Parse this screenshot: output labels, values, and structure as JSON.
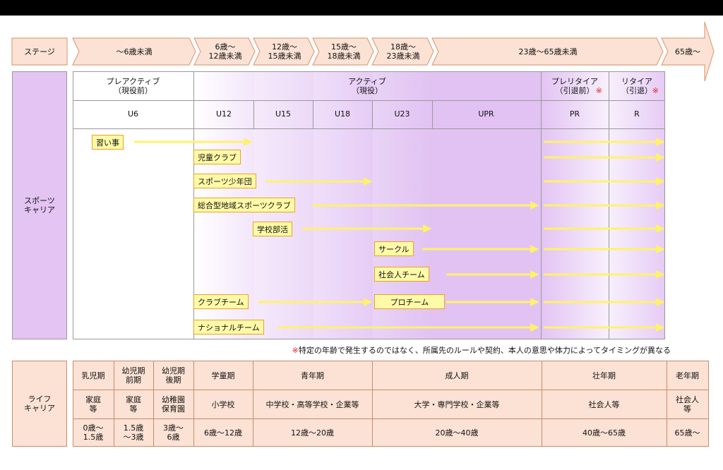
{
  "stage": {
    "label": "ステージ",
    "segments": [
      {
        "label": "～6歳未満"
      },
      {
        "label": "6歳～\n12歳未満"
      },
      {
        "label": "12歳～\n15歳未満"
      },
      {
        "label": "15歳～\n18歳未満"
      },
      {
        "label": "18歳～\n23歳未満"
      },
      {
        "label": "23歳～65歳未満"
      },
      {
        "label": "65歳～"
      }
    ]
  },
  "sports": {
    "label": "スポーツ\nキャリア",
    "phases": [
      {
        "label": "プレアクティブ\n（現役前）"
      },
      {
        "label": "アクティブ\n（現役）"
      },
      {
        "label": "プレリタイア\n（引退前）",
        "mark": "※"
      },
      {
        "label": "リタイア\n（引退）",
        "mark": "※"
      }
    ],
    "categories": [
      "U6",
      "U12",
      "U15",
      "U18",
      "U23",
      "UPR",
      "PR",
      "R"
    ],
    "activities": [
      "習い事",
      "児童クラブ",
      "スポーツ少年団",
      "総合型地域スポーツクラブ",
      "学校部活",
      "サークル",
      "社会人チーム",
      "クラブチーム",
      "プロチーム",
      "ナショナルチーム"
    ],
    "note_mark": "※",
    "note": "特定の年齢で発生するのではなく、所属先のルールや契約、本人の意思や体力によってタイミングが異なる"
  },
  "life": {
    "label": "ライフ\nキャリア",
    "columns": [
      {
        "period": "乳児期",
        "place": "家庭\n等",
        "age": "0歳～\n1.5歳"
      },
      {
        "period": "幼児期\n前期",
        "place": "家庭\n等",
        "age": "1.5歳\n～3歳"
      },
      {
        "period": "幼児期\n後期",
        "place": "幼稚園\n保育園",
        "age": "3歳～\n6歳"
      },
      {
        "period": "学童期",
        "place": "小学校",
        "age": "6歳～12歳"
      },
      {
        "period": "青年期",
        "place": "中学校・高等学校・企業等",
        "age": "12歳～20歳"
      },
      {
        "period": "成人期",
        "place": "大学・専門学校・企業等",
        "age": "20歳～40歳"
      },
      {
        "period": "壮年期",
        "place": "社会人等",
        "age": "40歳～65歳"
      },
      {
        "period": "老年期",
        "place": "社会人\n等",
        "age": "65歳～"
      }
    ]
  },
  "colors": {
    "peach": "#fbe2d4",
    "purple": "#e3c4f3",
    "arrow": "#fff26a",
    "box_border": "#f0a020",
    "note_mark": "#e02020"
  }
}
